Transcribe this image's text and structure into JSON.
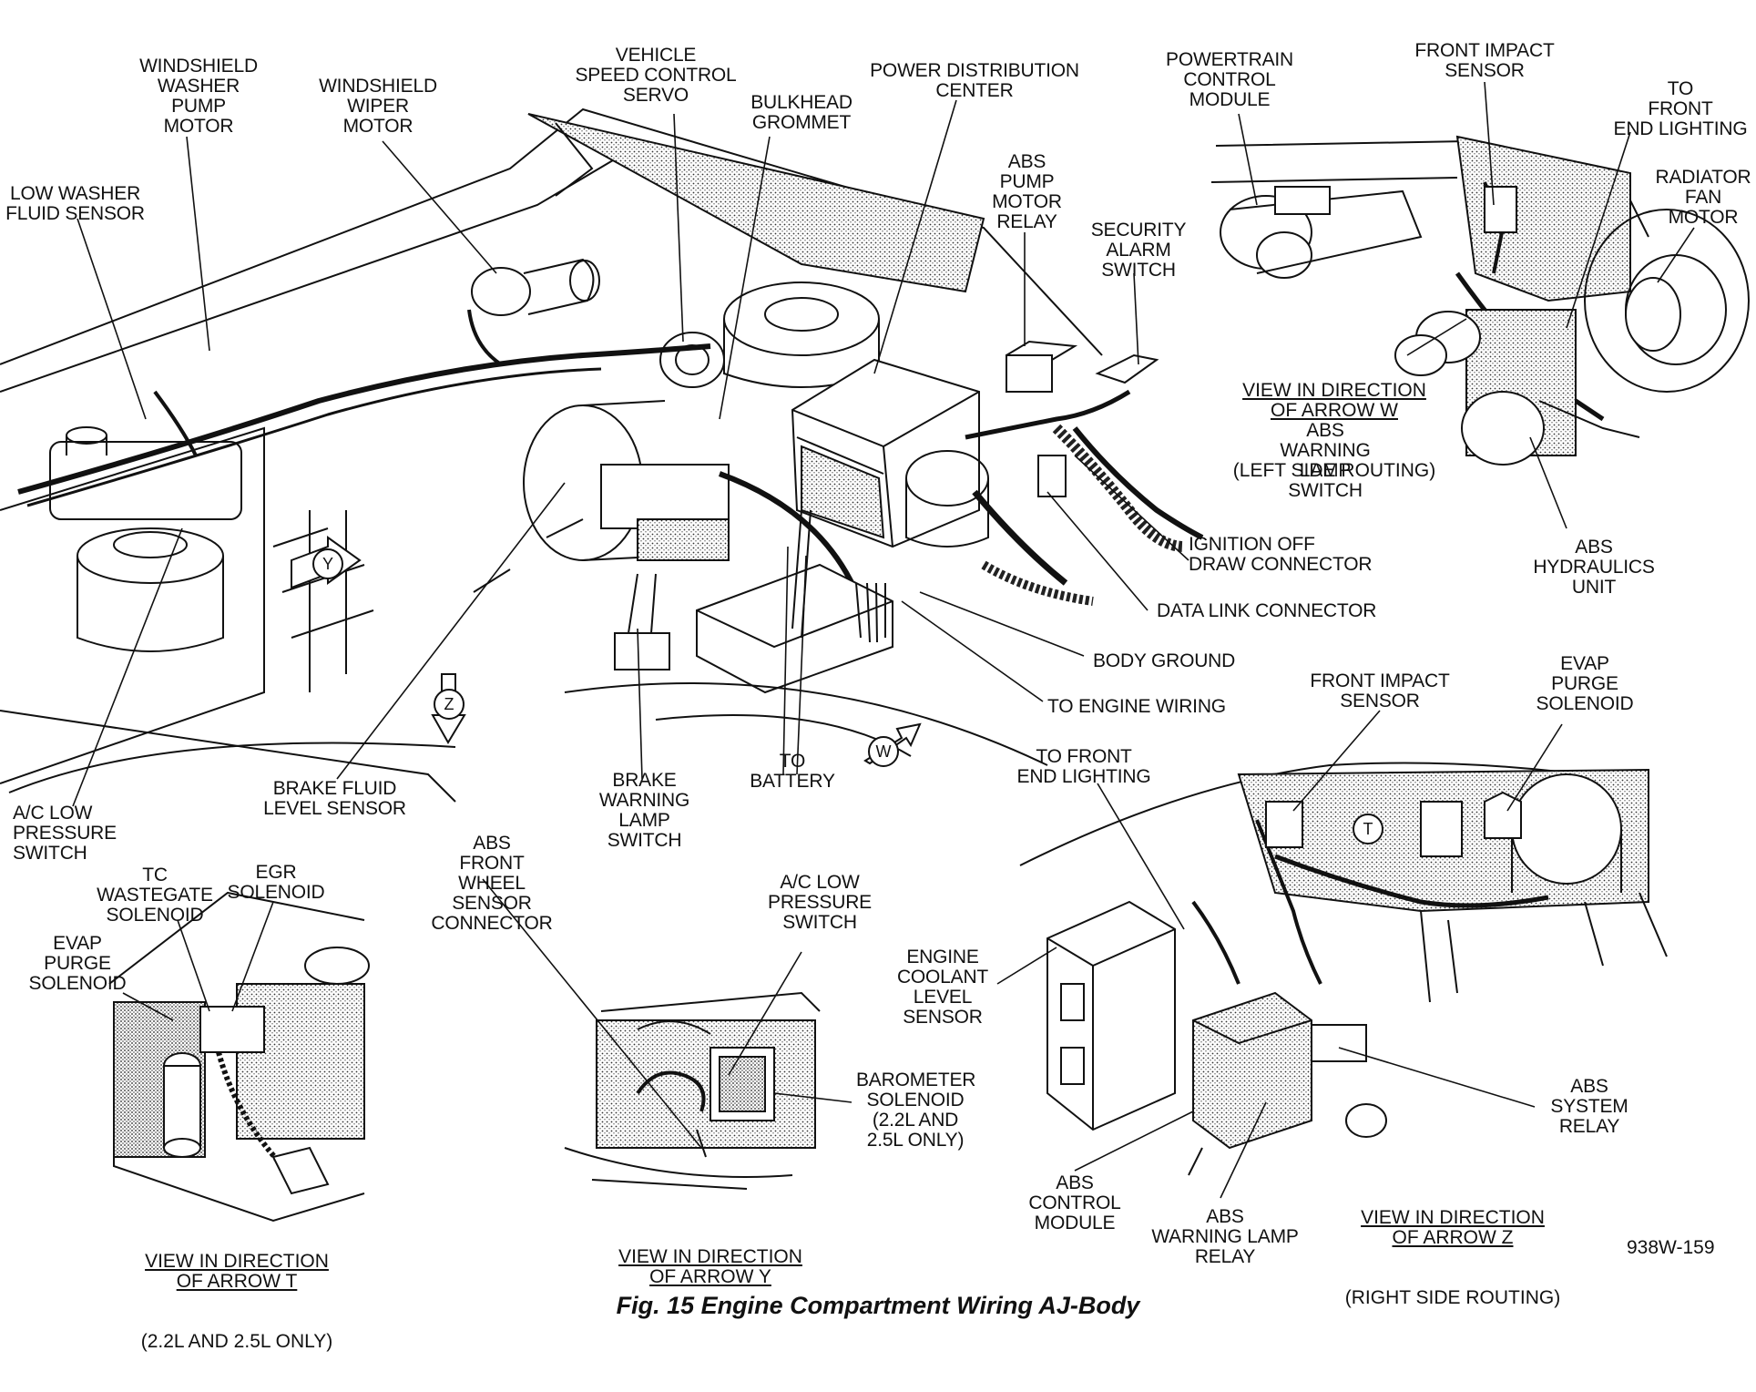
{
  "caption": "Fig. 15 Engine Compartment Wiring AJ-Body",
  "figure_id": "938W-159",
  "arrow_marks": [
    "Y",
    "Z",
    "W",
    "T"
  ],
  "labels": {
    "windshield_washer_pump_motor": "WINDSHIELD\nWASHER\nPUMP\nMOTOR",
    "windshield_wiper_motor": "WINDSHIELD\nWIPER\nMOTOR",
    "vehicle_speed_control_servo": "VEHICLE\nSPEED CONTROL\nSERVO",
    "bulkhead_grommet": "BULKHEAD\nGROMMET",
    "power_distribution_center": "POWER DISTRIBUTION\nCENTER",
    "powertrain_control_module": "POWERTRAIN\nCONTROL\nMODULE",
    "front_impact_sensor_top": "FRONT IMPACT\nSENSOR",
    "to_front_end_lighting_top": "TO\nFRONT\nEND LIGHTING",
    "radiator_fan_motor": "RADIATOR\nFAN\nMOTOR",
    "low_washer_fluid_sensor": "LOW WASHER\nFLUID SENSOR",
    "abs_pump_motor_relay": "ABS\nPUMP\nMOTOR\nRELAY",
    "security_alarm_switch": "SECURITY\nALARM\nSWITCH",
    "abs_warning_lamp_switch": "ABS\nWARNING\nLAMP\nSWITCH",
    "abs_hydraulics_unit": "ABS\nHYDRAULICS\nUNIT",
    "ignition_off_draw_connector": "IGNITION OFF\nDRAW CONNECTOR",
    "data_link_connector": "DATA LINK CONNECTOR",
    "body_ground": "BODY GROUND",
    "to_engine_wiring": "TO ENGINE WIRING",
    "to_battery": "TO\nBATTERY",
    "brake_warning_lamp_switch": "BRAKE\nWARNING\nLAMP\nSWITCH",
    "brake_fluid_level_sensor": "BRAKE FLUID\nLEVEL SENSOR",
    "ac_low_pressure_switch_main": "A/C LOW\nPRESSURE\nSWITCH",
    "abs_front_wheel_sensor_connector": "ABS\nFRONT\nWHEEL\nSENSOR\nCONNECTOR",
    "tc_wastegate_solenoid": "TC\nWASTEGATE\nSOLENOID",
    "egr_solenoid": "EGR\nSOLENOID",
    "evap_purge_solenoid_left": "EVAP\nPURGE\nSOLENOID",
    "ac_low_pressure_switch_y": "A/C LOW\nPRESSURE\nSWITCH",
    "barometer_solenoid": "BAROMETER\nSOLENOID\n(2.2L AND\n2.5L ONLY)",
    "front_impact_sensor_z": "FRONT IMPACT\nSENSOR",
    "evap_purge_solenoid_right": "EVAP\nPURGE\nSOLENOID",
    "to_front_end_lighting_z": "TO FRONT\nEND LIGHTING",
    "engine_coolant_level_sensor": "ENGINE\nCOOLANT\nLEVEL\nSENSOR",
    "abs_system_relay": "ABS\nSYSTEM\nRELAY",
    "abs_control_module": "ABS\nCONTROL\nMODULE",
    "abs_warning_lamp_relay": "ABS\nWARNING LAMP\nRELAY"
  },
  "views": {
    "arrow_w": {
      "title": "VIEW IN DIRECTION\nOF ARROW W",
      "note": "(LEFT SIDE ROUTING)"
    },
    "arrow_t": {
      "title": "VIEW IN DIRECTION\nOF ARROW T",
      "note": "(2.2L AND 2.5L ONLY)"
    },
    "arrow_y": {
      "title": "VIEW IN DIRECTION\nOF ARROW Y",
      "note": ""
    },
    "arrow_z": {
      "title": "VIEW IN DIRECTION\nOF ARROW Z",
      "note": "(RIGHT SIDE ROUTING)"
    }
  }
}
